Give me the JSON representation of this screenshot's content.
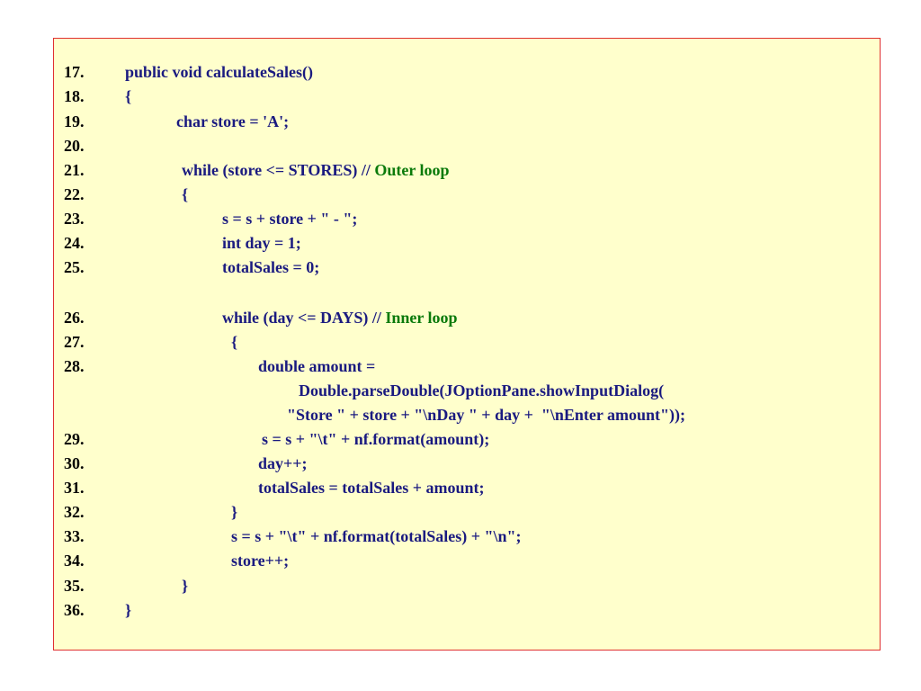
{
  "colors": {
    "background": "#ffffcc",
    "border": "#e03030",
    "code_text": "#1a1a80",
    "comment_text": "#0a7a0a",
    "line_number_text": "#000000"
  },
  "lines": [
    {
      "num": "17.",
      "code": "public void calculateSales()"
    },
    {
      "num": "18.",
      "code": "{"
    },
    {
      "num": "19.",
      "code": "char store = 'A';"
    },
    {
      "num": "20.",
      "code": ""
    },
    {
      "num": "21.",
      "code": "while (store <= STORES) // ",
      "comment": "Outer loop"
    },
    {
      "num": "22.",
      "code": "{"
    },
    {
      "num": "23.",
      "code": "s = s + store + \" - \";"
    },
    {
      "num": "24.",
      "code": "int day = 1;"
    },
    {
      "num": "25.",
      "code": "totalSales = 0;"
    },
    {
      "num": "26.",
      "code": "while (day <= DAYS) // ",
      "comment": "Inner loop"
    },
    {
      "num": "27.",
      "code": "{"
    },
    {
      "num": "28.",
      "code": "double amount ="
    },
    {
      "num": "",
      "code": "Double.parseDouble(JOptionPane.showInputDialog("
    },
    {
      "num": "",
      "code": "\"Store \" + store + \"\\nDay \" + day +  \"\\nEnter amount\"));"
    },
    {
      "num": "29.",
      "code": "s = s + \"\\t\" + nf.format(amount);"
    },
    {
      "num": "30.",
      "code": "day++;"
    },
    {
      "num": "31.",
      "code": "totalSales = totalSales + amount;"
    },
    {
      "num": "32.",
      "code": "}"
    },
    {
      "num": "33.",
      "code": "s = s + \"\\t\" + nf.format(totalSales) + \"\\n\";"
    },
    {
      "num": "34.",
      "code": "store++;"
    },
    {
      "num": "35.",
      "code": "}"
    },
    {
      "num": "36.",
      "code": "}"
    }
  ]
}
